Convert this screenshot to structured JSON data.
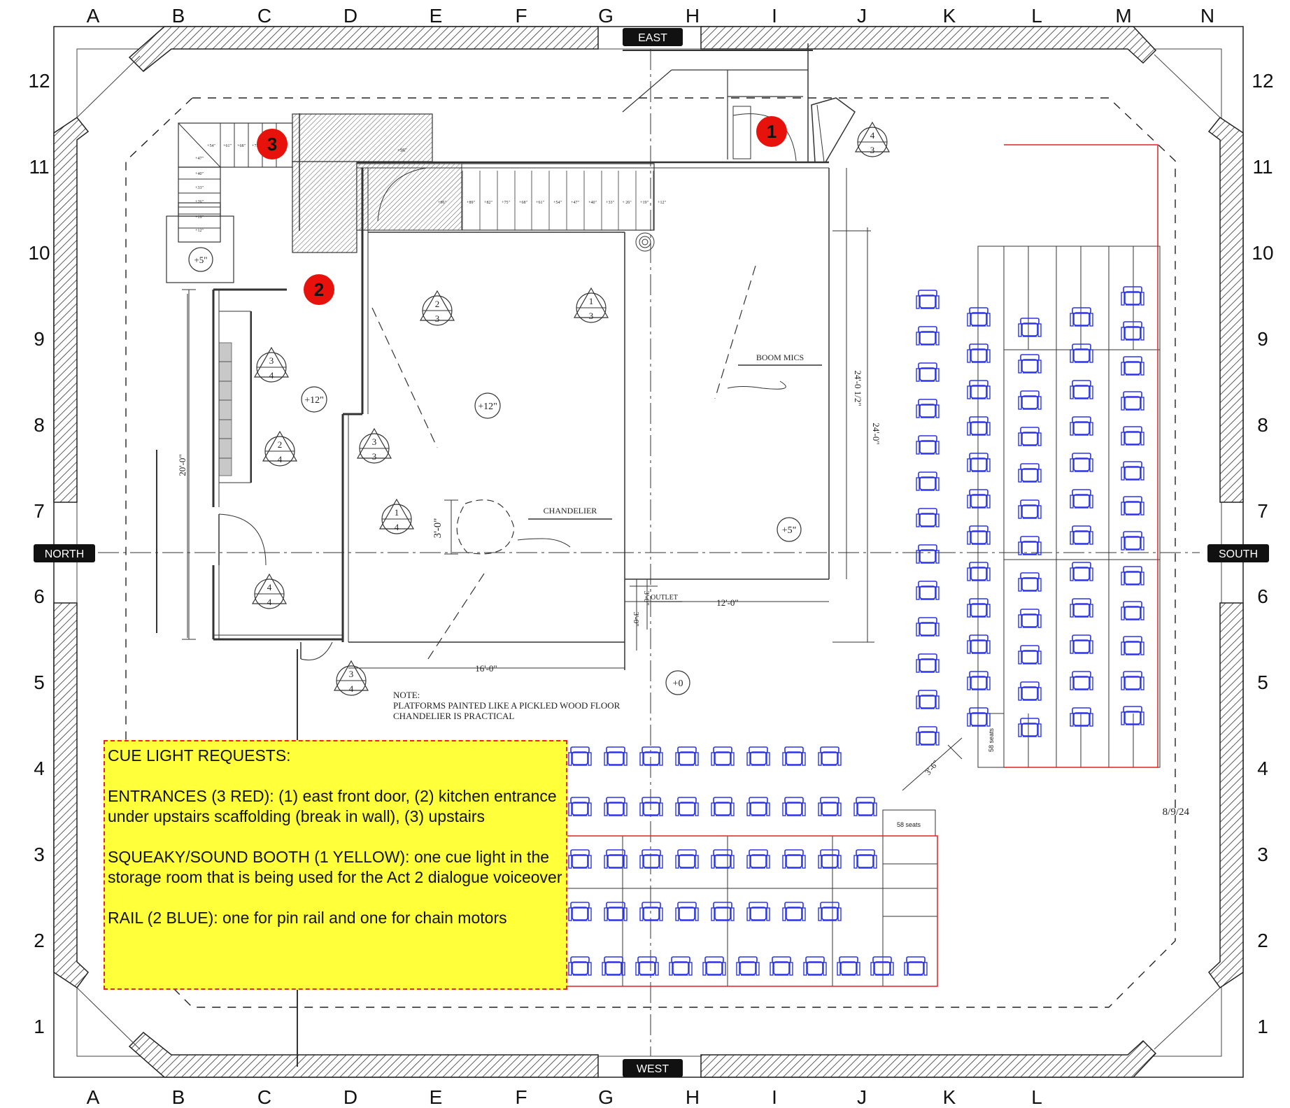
{
  "grid": {
    "columns_top": [
      "A",
      "B",
      "C",
      "D",
      "E",
      "F",
      "G",
      "H",
      "I",
      "J",
      "K",
      "L",
      "M",
      "N"
    ],
    "columns_bottom": [
      "A",
      "B",
      "C",
      "D",
      "E",
      "F",
      "G",
      "H",
      "I",
      "J",
      "K",
      "L"
    ],
    "rows": [
      "12",
      "11",
      "10",
      "9",
      "8",
      "7",
      "6",
      "5",
      "4",
      "3",
      "2",
      "1"
    ]
  },
  "directions": {
    "east": "EAST",
    "west": "WEST",
    "north": "NORTH",
    "south": "SOUTH"
  },
  "cue_markers": [
    "1",
    "2",
    "3"
  ],
  "stair_left": [
    "+54\"",
    "+61\"",
    "+68\"",
    "+75\"",
    "+47\"",
    "+40\"",
    "+33\"",
    "+26\"",
    "+19\"",
    "+12\""
  ],
  "stair_right": [
    "+96\"",
    "+89\"",
    "+82\"",
    "+75\"",
    "+68\"",
    "+61\"",
    "+54\"",
    "+47\"",
    "+40\"",
    "+33\"",
    "+ 26\"",
    "+19\"",
    "+12\""
  ],
  "landing_label": "+96\"",
  "elevations": {
    "landing": "+5\"",
    "room_left": "+12\"",
    "room_center": "+12\"",
    "room_right": "+5\"",
    "floor": "+0"
  },
  "dimensions": {
    "room_height": "20'-0\"",
    "platform_outer": "24'-0 1/2\"",
    "platform_inner": "24'-0\"",
    "chandelier": "3'-0\"",
    "width_16": "16'-0\"",
    "width_12": "12'-0\"",
    "small_a": "3'-0\"",
    "small_b": "3'-0\"",
    "aisle": "3'-6\""
  },
  "labels": {
    "boom_mics": "BOOM MICS",
    "chandelier": "CHANDELIER",
    "outlet": "OUTLET",
    "seats_right": "58 seats",
    "seats_bottom": "58 seats",
    "date": "8/9/24",
    "note": [
      "NOTE:",
      "PLATFORMS PAINTED LIKE A PICKLED WOOD FLOOR",
      "CHANDELIER IS PRACTICAL"
    ]
  },
  "section_markers": [
    {
      "top": "4",
      "bottom": "3"
    },
    {
      "top": "2",
      "bottom": "3"
    },
    {
      "top": "1",
      "bottom": "3"
    },
    {
      "top": "3",
      "bottom": "4"
    },
    {
      "top": "2",
      "bottom": "4"
    },
    {
      "top": "3",
      "bottom": "3"
    },
    {
      "top": "1",
      "bottom": "4"
    },
    {
      "top": "4",
      "bottom": "4"
    },
    {
      "top": "3",
      "bottom": "4"
    }
  ],
  "cue_requests": {
    "title": "CUE LIGHT REQUESTS:",
    "entrances": "ENTRANCES (3 RED): (1) east front door, (2) kitchen entrance under upstairs scaffolding (break in wall), (3) upstairs",
    "squeaky": "SQUEAKY/SOUND BOOTH (1 YELLOW): one cue light in the storage room that is being used for the Act 2 dialogue voiceover",
    "rail": "RAIL (2 BLUE): one for pin rail and one for chain motors"
  },
  "colors": {
    "cue_red": "#e8120c",
    "seat_blue": "#2b35e6",
    "note_bg": "#ffff3a",
    "red_line": "#e02020"
  }
}
